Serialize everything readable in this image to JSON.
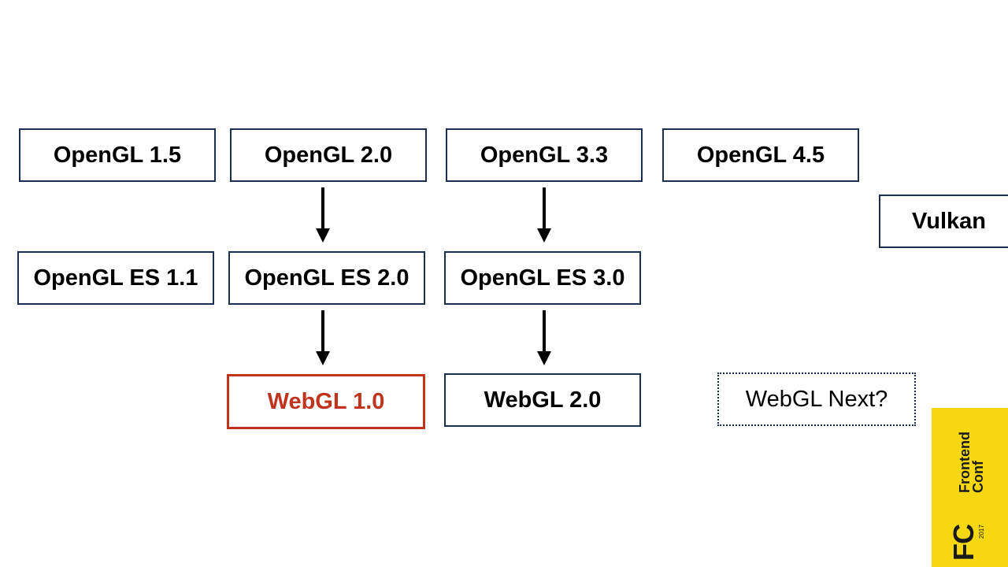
{
  "row1": [
    "OpenGL 1.5",
    "OpenGL 2.0",
    "OpenGL 3.3",
    "OpenGL 4.5"
  ],
  "vulkan": "Vulkan",
  "row2": [
    "OpenGL ES 1.1",
    "OpenGL ES 2.0",
    "OpenGL ES 3.0"
  ],
  "row3": [
    "WebGL 1.0",
    "WebGL 2.0",
    "WebGL Next?"
  ],
  "logo": {
    "initials": "FC",
    "year": "2017",
    "line1": "Frontend",
    "line2": "Conf"
  },
  "colors": {
    "border": "#1b2f52",
    "highlight": "#c0341d",
    "logo_bg": "#f5d812"
  }
}
